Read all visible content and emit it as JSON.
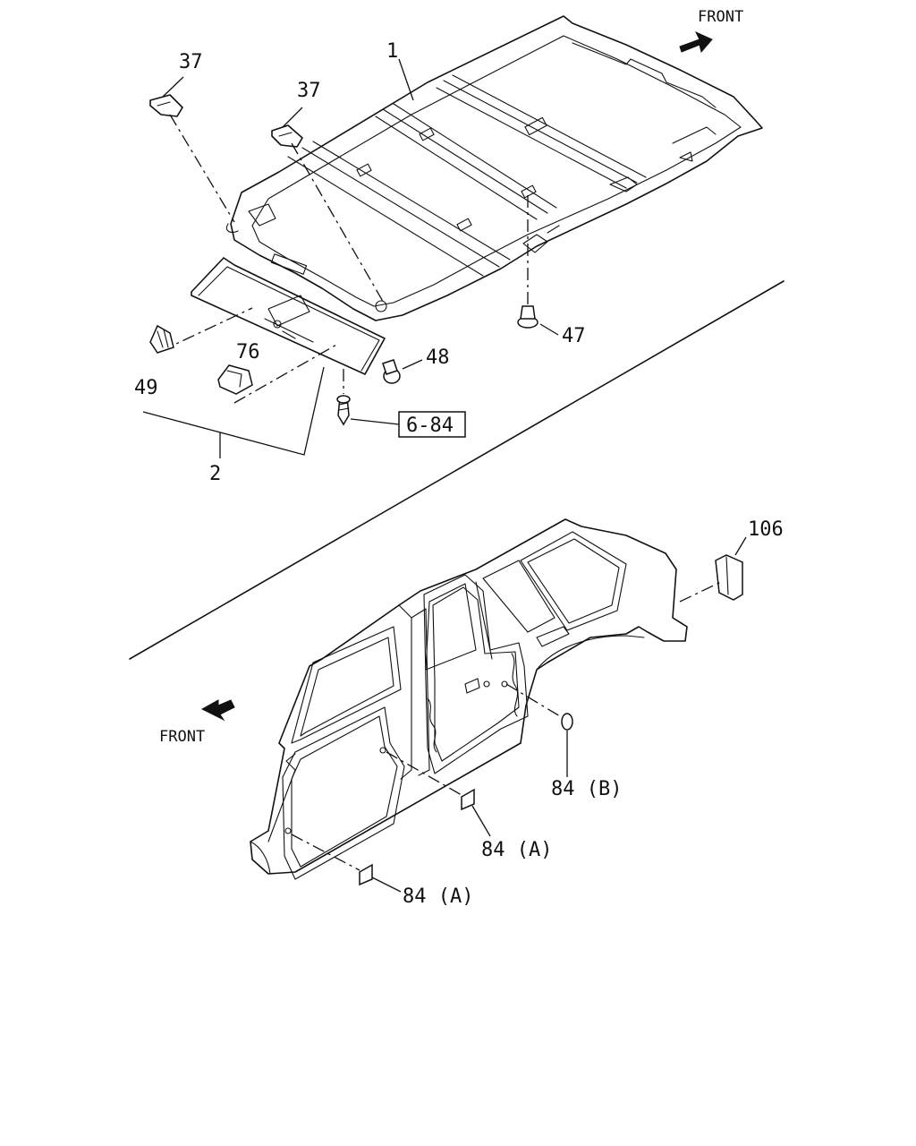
{
  "callouts": {
    "headliner": "1",
    "sunvisor_assembly": "2",
    "clip_left": "37",
    "clip_center": "37",
    "fastener_47": "47",
    "fastener_48": "48",
    "clip_49": "49",
    "lamp_76": "76",
    "screw_ref": "6-84",
    "trim_106": "106",
    "plug_b": "84 (B)",
    "plug_a_upper": "84 (A)",
    "plug_a_lower": "84 (A)"
  },
  "front_labels": {
    "top": "FRONT",
    "bottom": "FRONT"
  }
}
